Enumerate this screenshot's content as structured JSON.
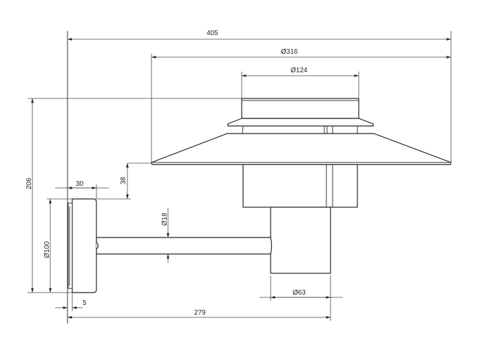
{
  "drawing": {
    "title": "Wall lamp dimension drawing",
    "dimensions": {
      "overall_width": "405",
      "shade_diameter": "Ø316",
      "cap_diameter": "Ø124",
      "overall_height": "206",
      "plate_depth": "30",
      "shade_offset": "38",
      "plate_diameter": "Ø100",
      "arm_diameter": "Ø18",
      "mount_gap": "5",
      "projection": "279",
      "stem_diameter": "Ø63"
    }
  }
}
